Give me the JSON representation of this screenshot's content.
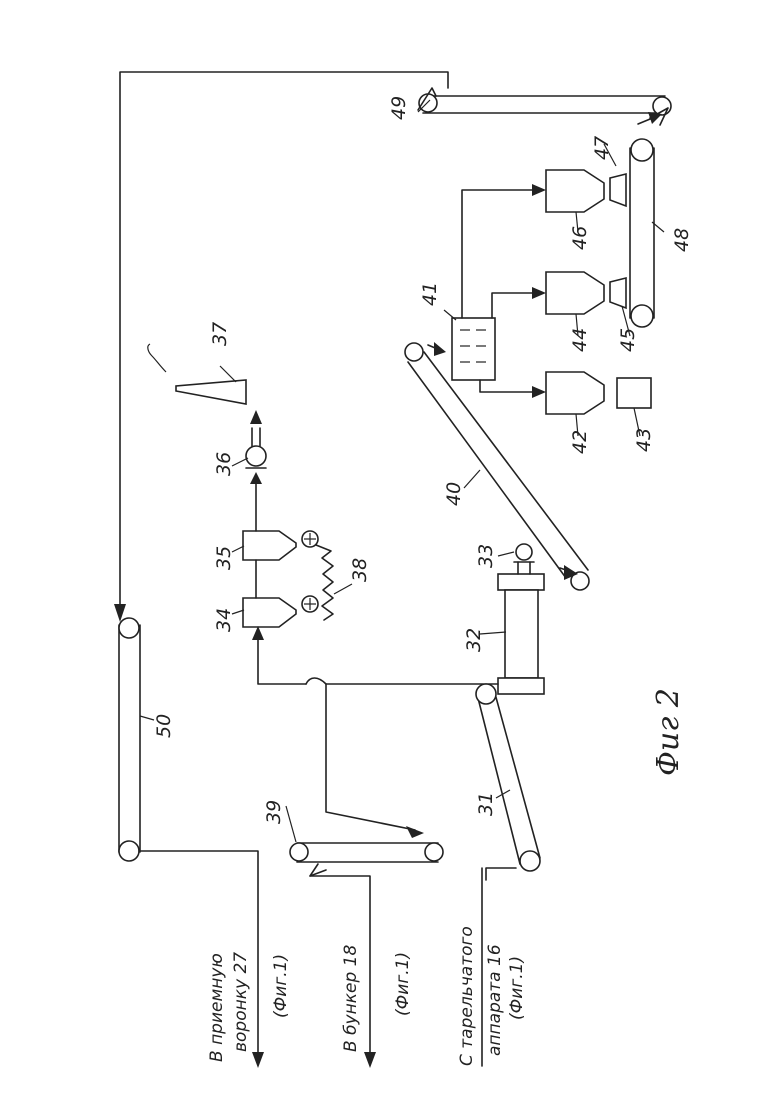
{
  "figure_label": "Фиг 2",
  "labels": {
    "n31": "31",
    "n32": "32",
    "n33": "33",
    "n34": "34",
    "n35": "35",
    "n36": "36",
    "n37": "37",
    "n38": "38",
    "n39": "39",
    "n40": "40",
    "n41": "41",
    "n42": "42",
    "n43": "43",
    "n44": "44",
    "n45": "45",
    "n46": "46",
    "n47": "47",
    "n48": "48",
    "n49": "49",
    "n50": "50"
  },
  "destinations": {
    "funnel_line1": "В приемную",
    "funnel_line2": "воронку 27",
    "funnel_ref": "(Фиг.1)",
    "bunker_line1": "В бункер 18",
    "bunker_ref": "(Фиг.1)",
    "source_line1": "С тарельчатого",
    "source_line2": "аппарата 16",
    "source_ref": "(Фиг.1)"
  }
}
